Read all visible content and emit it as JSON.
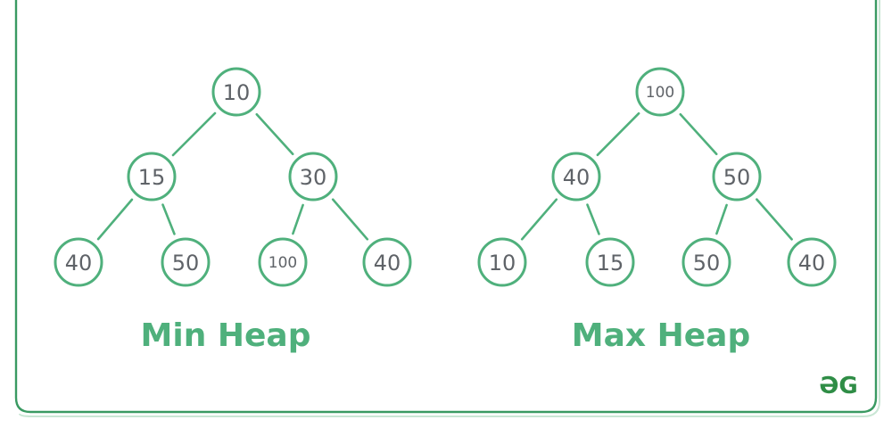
{
  "diagrams": [
    {
      "title": "Min Heap",
      "nodes": [
        "10",
        "15",
        "30",
        "40",
        "50",
        "100",
        "40"
      ]
    },
    {
      "title": "Max Heap",
      "nodes": [
        "100",
        "40",
        "50",
        "10",
        "15",
        "50",
        "40"
      ]
    }
  ],
  "logo": {
    "text": "ƏG"
  },
  "colors": {
    "accent": "#4fb07c",
    "border": "#3a9a62",
    "node_text": "#5f6368",
    "logo": "#2f8d46"
  }
}
